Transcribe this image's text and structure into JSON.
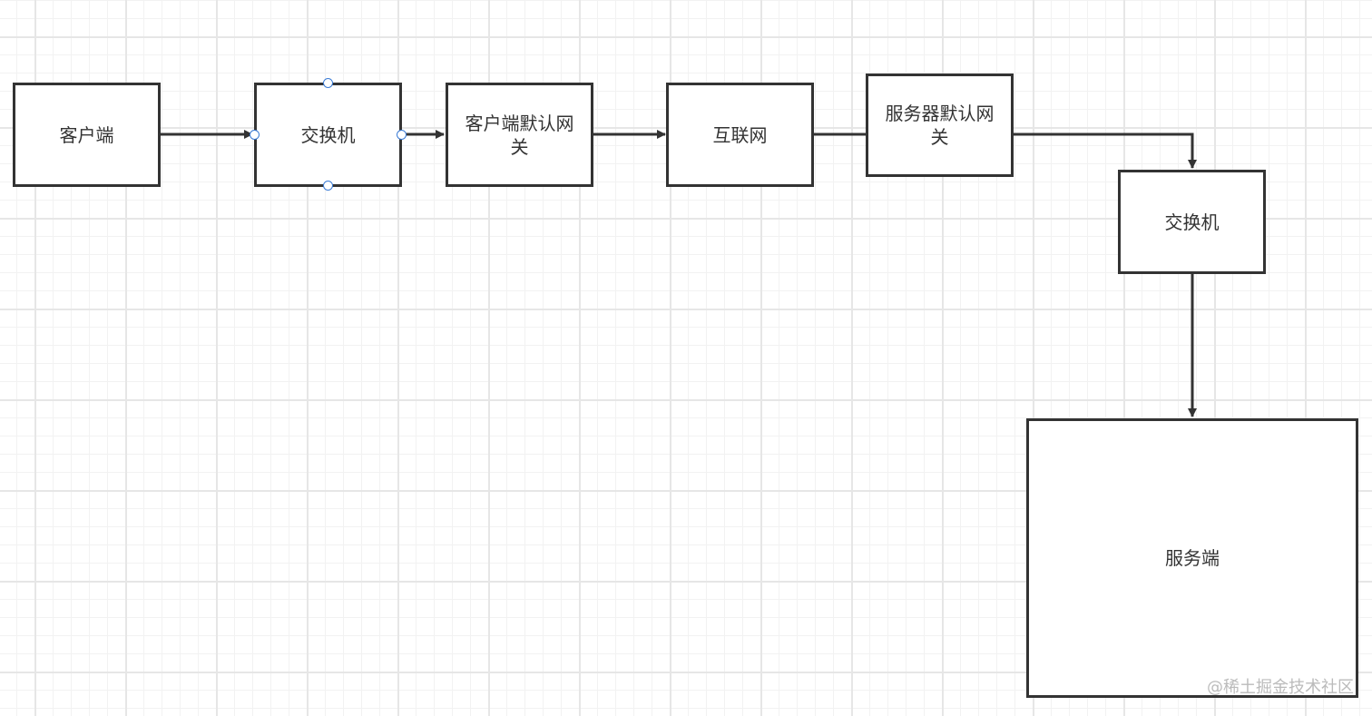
{
  "nodes": {
    "client": "客户端",
    "switch1": "交换机",
    "client_gateway": "客户端默认网关",
    "internet": "互联网",
    "server_gateway": "服务器默认网关",
    "switch2": "交换机",
    "server": "服务端"
  },
  "edges": [
    {
      "from": "client",
      "to": "switch1",
      "arrow": true
    },
    {
      "from": "switch1",
      "to": "client_gateway",
      "arrow": true
    },
    {
      "from": "client_gateway",
      "to": "internet",
      "arrow": true
    },
    {
      "from": "internet",
      "to": "server_gateway",
      "arrow": false
    },
    {
      "from": "server_gateway",
      "to": "switch2",
      "arrow": true
    },
    {
      "from": "switch2",
      "to": "server",
      "arrow": true
    }
  ],
  "selected_node": "switch1",
  "colors": {
    "stroke": "#333333",
    "selection_handle": "#3a7bd5",
    "grid": "#e6e6e6"
  },
  "watermark": "@稀土掘金技术社区"
}
